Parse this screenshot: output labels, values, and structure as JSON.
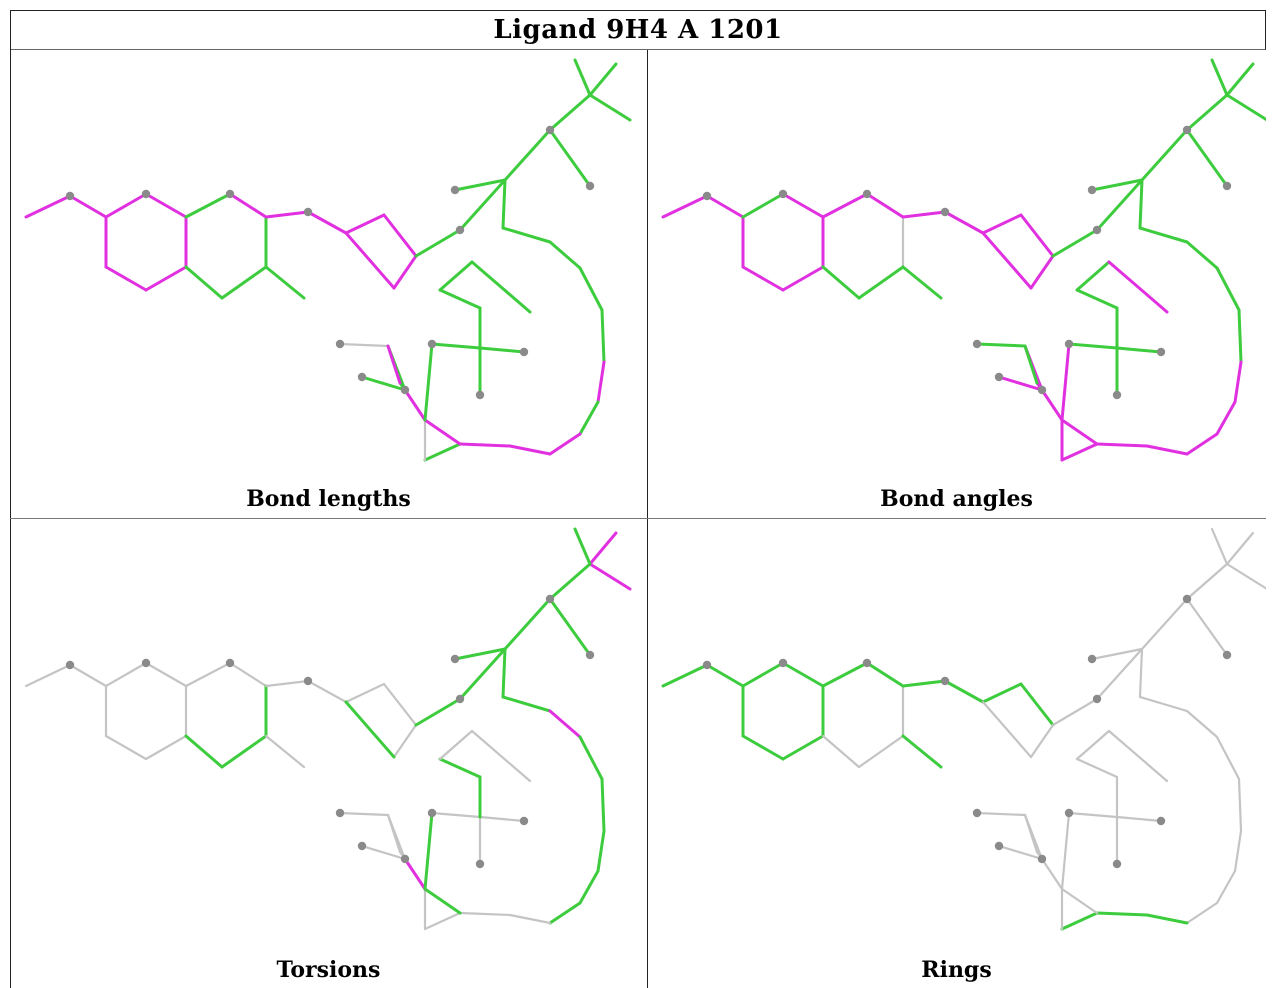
{
  "title": "Ligand 9H4 A 1201",
  "panels": [
    {
      "caption": "Bond lengths"
    },
    {
      "caption": "Bond angles"
    },
    {
      "caption": "Torsions"
    },
    {
      "caption": "Rings"
    }
  ],
  "colors": {
    "green": "#3dcc3d",
    "magenta": "#e030e0",
    "gray": "#c4c4c4",
    "atom": "#8a8a8a"
  },
  "panel_colors": [
    [
      "m",
      "m",
      "m",
      "m",
      "m",
      "m",
      "m",
      "m",
      "g",
      "m",
      "g",
      "g",
      "g",
      "g",
      "m",
      "m",
      "m",
      "m",
      "m",
      "m",
      "g",
      "g",
      "g",
      "g",
      "g",
      "g",
      "g",
      "g",
      "g",
      "g",
      "g",
      "g",
      "g",
      "g",
      "m",
      "g",
      "m",
      "m",
      "m",
      "g",
      "x",
      "m",
      "m",
      "g",
      "x",
      "g",
      "g",
      "m",
      "g",
      "g",
      "g",
      "g",
      "g",
      "g",
      "g",
      "g",
      "g"
    ],
    [
      "m",
      "m",
      "m",
      "m",
      "m",
      "m",
      "m",
      "g",
      "m",
      "m",
      "x",
      "g",
      "g",
      "g",
      "m",
      "m",
      "m",
      "m",
      "m",
      "m",
      "g",
      "g",
      "g",
      "g",
      "g",
      "g",
      "g",
      "g",
      "g",
      "g",
      "g",
      "g",
      "g",
      "g",
      "m",
      "m",
      "m",
      "m",
      "m",
      "m",
      "m",
      "m",
      "m",
      "m",
      "g",
      "m",
      "m",
      "g",
      "m",
      "g",
      "g",
      "g",
      "g",
      "g",
      "g",
      "g",
      "m"
    ],
    [
      "x",
      "x",
      "x",
      "x",
      "x",
      "x",
      "x",
      "x",
      "x",
      "x",
      "g",
      "g",
      "g",
      "x",
      "x",
      "x",
      "x",
      "x",
      "x",
      "g",
      "g",
      "g",
      "g",
      "g",
      "m",
      "m",
      "g",
      "g",
      "g",
      "g",
      "g",
      "m",
      "g",
      "g",
      "g",
      "g",
      "g",
      "x",
      "x",
      "x",
      "x",
      "g",
      "m",
      "x",
      "x",
      "x",
      "x",
      "x",
      "g",
      "x",
      "x",
      "x",
      "g",
      "g",
      "g",
      "x",
      "x"
    ],
    [
      "g",
      "g",
      "g",
      "g",
      "g",
      "g",
      "g",
      "g",
      "g",
      "g",
      "x",
      "x",
      "x",
      "g",
      "g",
      "g",
      "g",
      "g",
      "x",
      "x",
      "x",
      "x",
      "x",
      "x",
      "x",
      "x",
      "x",
      "x",
      "x",
      "x",
      "x",
      "x",
      "x",
      "x",
      "x",
      "x",
      "x",
      "g",
      "g",
      "g",
      "x",
      "x",
      "x",
      "x",
      "x",
      "x",
      "x",
      "x",
      "x",
      "x",
      "x",
      "x",
      "x",
      "x",
      "x",
      "x",
      "x"
    ]
  ]
}
